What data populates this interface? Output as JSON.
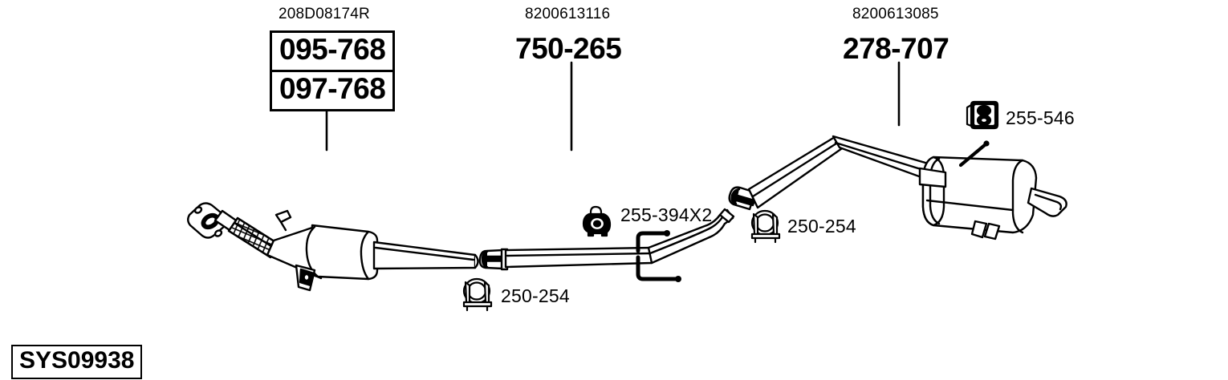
{
  "diagram": {
    "system_code": "SYS09938",
    "callouts": [
      {
        "id": "front-catalyst",
        "oem": "208D08174R",
        "refs": [
          "095-768",
          "097-768"
        ],
        "boxed": true
      },
      {
        "id": "centre-pipe",
        "oem": "8200613116",
        "refs": [
          "750-265"
        ],
        "boxed": false
      },
      {
        "id": "rear-silencer",
        "oem": "8200613085",
        "refs": [
          "278-707"
        ],
        "boxed": false
      }
    ],
    "hardware": [
      {
        "id": "clamp-front",
        "label": "250-254",
        "icon": "exhaust-clamp-icon"
      },
      {
        "id": "hanger-ring",
        "label": "255-394X2",
        "icon": "exhaust-hanger-ring-icon"
      },
      {
        "id": "clamp-rear",
        "label": "250-254",
        "icon": "exhaust-clamp-icon"
      },
      {
        "id": "mount-rubber",
        "label": "255-546",
        "icon": "exhaust-rubber-mount-icon"
      }
    ],
    "parts": [
      {
        "id": "front-pipe-catalyst",
        "name": "front-pipe-with-catalytic-converter"
      },
      {
        "id": "centre-pipe-assembly",
        "name": "centre-pipe"
      },
      {
        "id": "rear-pipe-silencer",
        "name": "rear-pipe-with-silencer"
      }
    ],
    "colors": {
      "line": "#000000",
      "background": "#ffffff"
    }
  }
}
